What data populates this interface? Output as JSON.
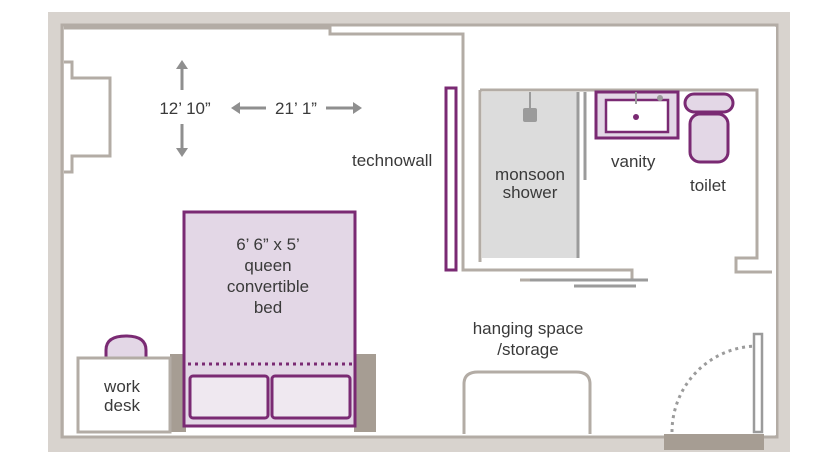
{
  "dimensions": {
    "width": "21’ 1”",
    "height": "12’ 10”"
  },
  "labels": {
    "technowall": "technowall",
    "shower_line1": "monsoon",
    "shower_line2": "shower",
    "vanity": "vanity",
    "toilet": "toilet",
    "bed_line1": "6’ 6” x 5’",
    "bed_line2": "queen",
    "bed_line3": "convertible",
    "bed_line4": "bed",
    "storage_line1": "hanging space",
    "storage_line2": "/storage",
    "desk_line1": "work",
    "desk_line2": "desk"
  },
  "colors": {
    "wall": "#b3aca5",
    "wall_dark": "#9a938b",
    "purple": "#7a2a73",
    "purple_fill": "#e3d7e6",
    "shower_fill": "#dcdcdc",
    "gray_fixture": "#9b9b9b",
    "text": "#3a3a3a"
  }
}
